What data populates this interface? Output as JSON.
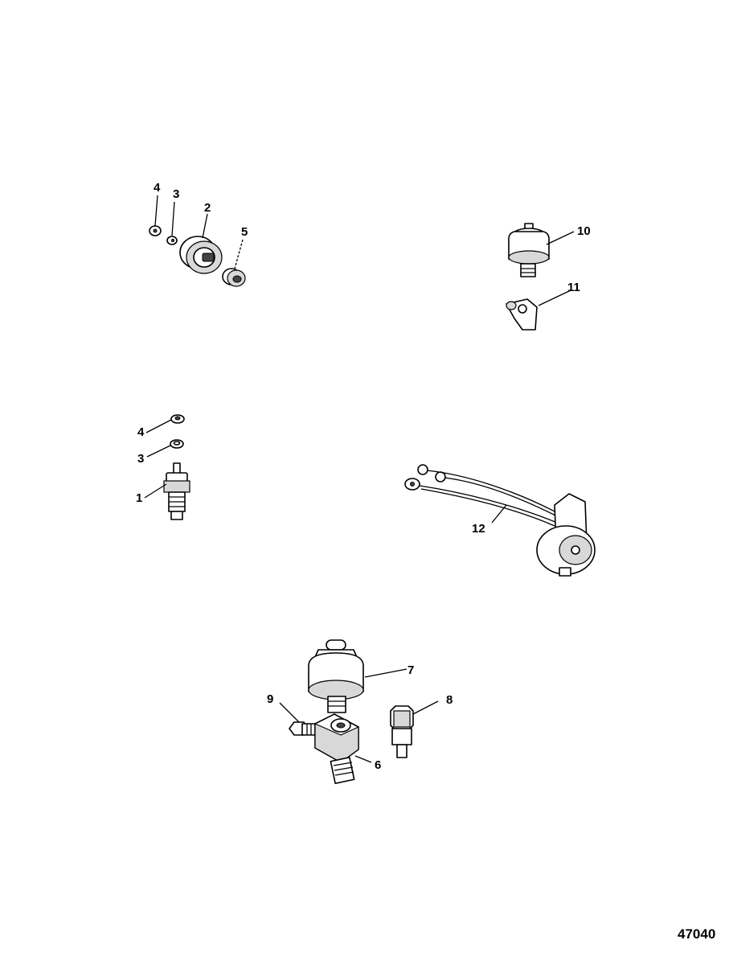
{
  "callouts": {
    "c1": "1",
    "c2": "2",
    "c3a": "3",
    "c3b": "3",
    "c4a": "4",
    "c4b": "4",
    "c5": "5",
    "c6": "6",
    "c7": "7",
    "c8": "8",
    "c9": "9",
    "c10": "10",
    "c11": "11",
    "c12": "12"
  },
  "figure_number": "47040"
}
